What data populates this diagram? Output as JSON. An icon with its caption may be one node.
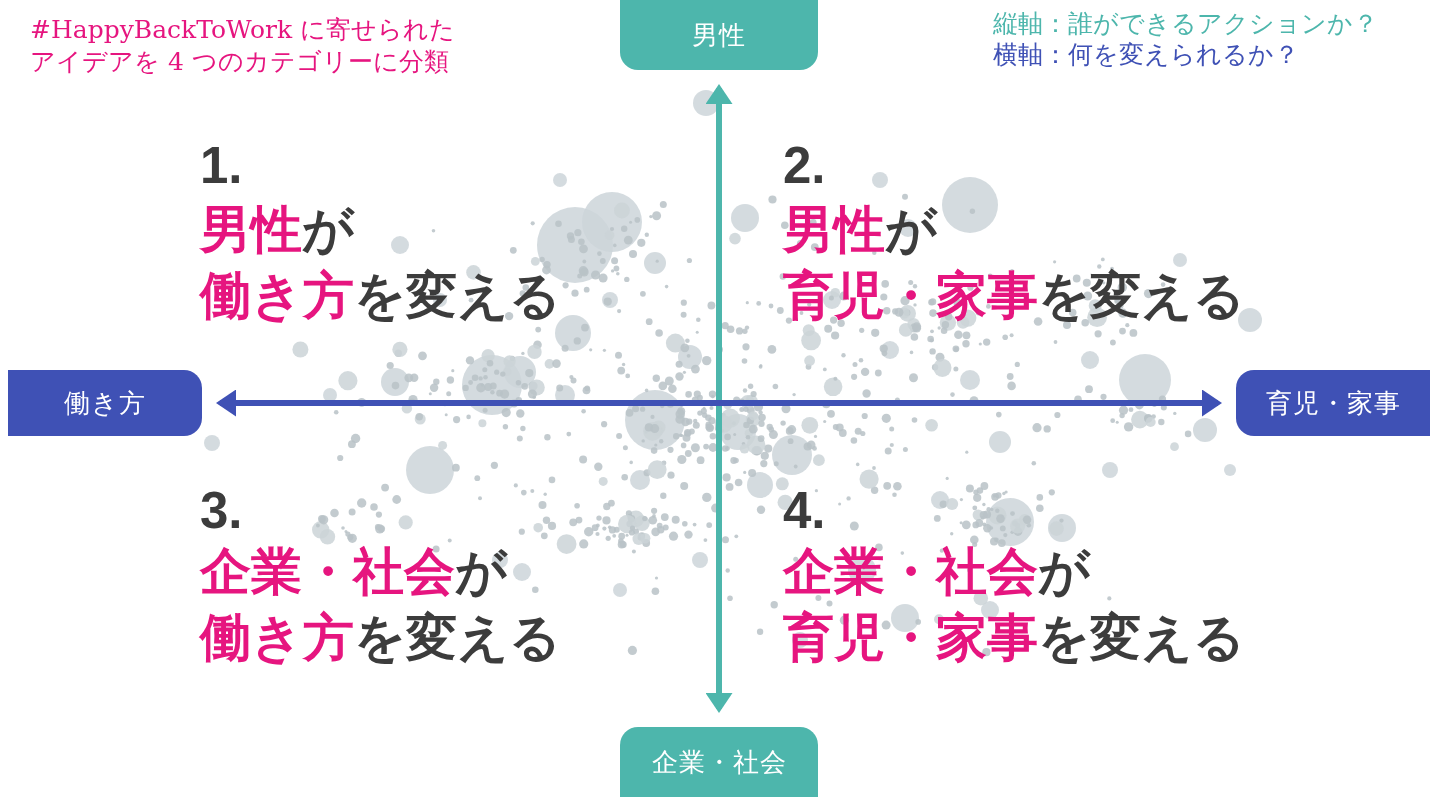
{
  "diagram": {
    "nodes": [
      {
        "text": [
          "男性"
        ]
      },
      {
        "text": [
          "働き方"
        ]
      },
      {
        "text": [
          "育児・家事"
        ]
      },
      {
        "text": [
          "企業・社会"
        ]
      }
    ],
    "edges": [
      {
        "from": 0,
        "to": 3,
        "arrow": "both",
        "color": "#4db6ac"
      },
      {
        "from": 1,
        "to": 2,
        "arrow": "both",
        "color": "#3f51b5"
      }
    ],
    "labels": [
      "#HappyBackToWork に寄せられたアイデアを 4 つのカテゴリーに分類",
      "縦軸：誰ができるアクションか？",
      "横軸：何を変えられるか？",
      "1.",
      "**男性**が**働き方**を変える",
      "2.",
      "**男性**が**育児・家事**を変える",
      "3.",
      "**企業・社会**が**働き方**を変える",
      "4.",
      "**企業・社会**が**育児・家事**を変える"
    ]
  }
}
